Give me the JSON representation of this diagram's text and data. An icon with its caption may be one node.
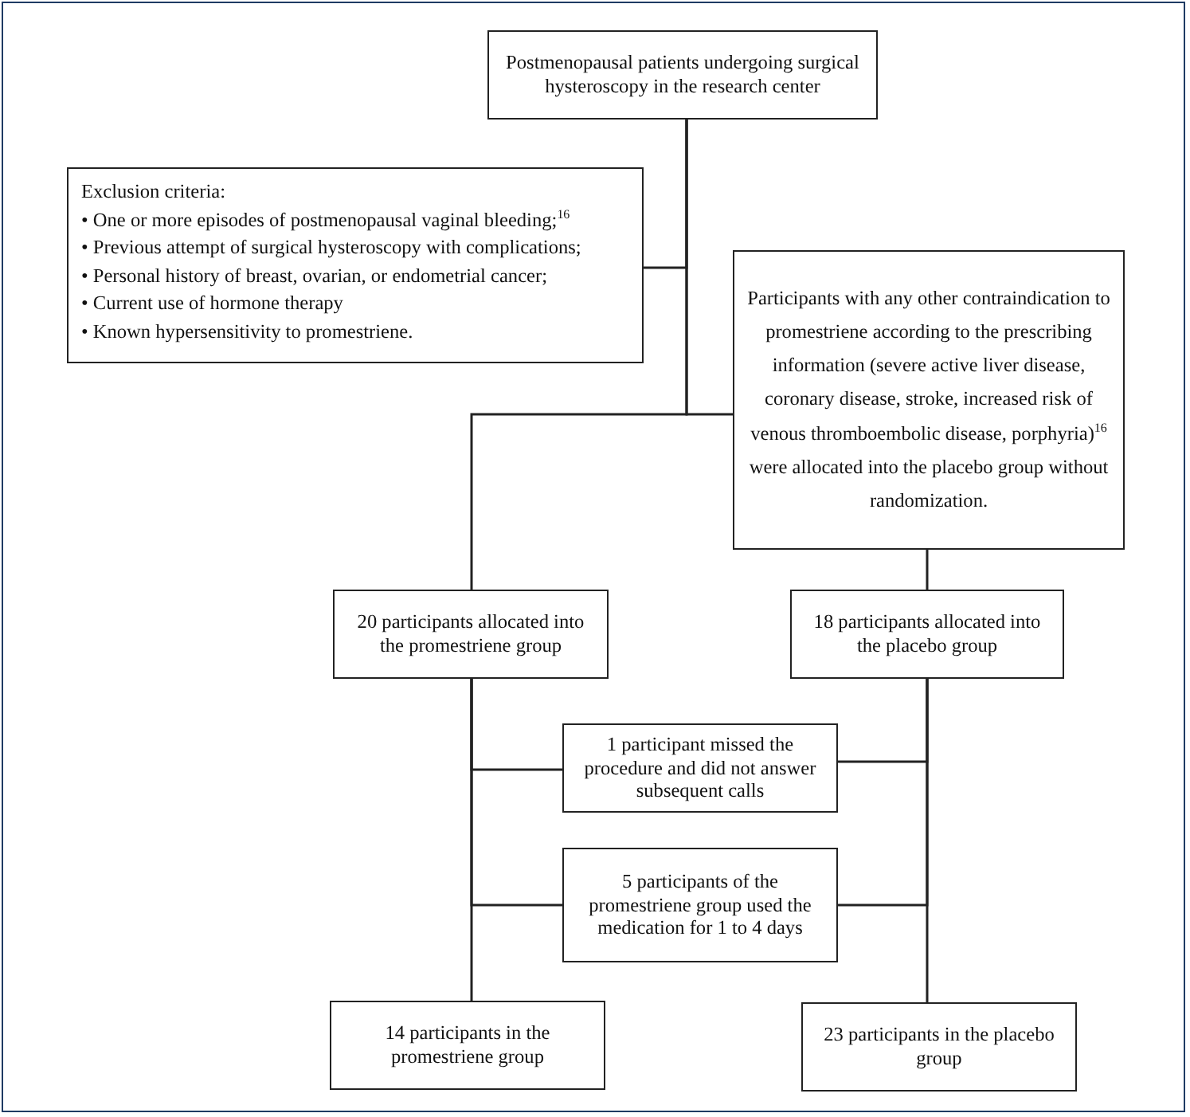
{
  "diagram": {
    "nodes": [
      {
        "text": [
          "Postmenopausal patients undergoing surgical hysteroscopy in the research center"
        ]
      },
      {
        "text": [
          "Exclusion criteria:",
          "• One or more episodes of postmenopausal vaginal bleeding;$^{16}$",
          "• Previous attempt of surgical hysteroscopy with complications;",
          "• Personal history of breast, ovarian, or endometrial cancer;",
          "• Current use of hormone therapy",
          "• Known hypersensitivity to promestriene."
        ]
      },
      {
        "text": [
          "Participants with any other contraindication to promestriene according to the prescribing information (severe active liver disease, coronary disease, stroke, increased risk of venous thromboembolic disease, porphyria)$^{16}$ were allocated into the placebo group without randomization."
        ]
      },
      {
        "text": [
          "20 participants allocated into the promestriene group"
        ]
      },
      {
        "text": [
          "18 participants allocated into the placebo group"
        ]
      },
      {
        "text": [
          "1 participant missed the procedure and did not answer subsequent calls"
        ]
      },
      {
        "text": [
          "5 participants of the promestriene group used the medication for 1 to 4 days"
        ]
      },
      {
        "text": [
          "14 participants in the promestriene group"
        ]
      },
      {
        "text": [
          "23 participants in the placebo group"
        ]
      }
    ],
    "edges": [
      {
        "from": 0,
        "to": 1,
        "arrow": "none"
      },
      {
        "from": 0,
        "to": 3,
        "arrow": "none"
      },
      {
        "from": 0,
        "to": 2,
        "arrow": "none"
      },
      {
        "from": 2,
        "to": 4,
        "arrow": "none"
      },
      {
        "from": 3,
        "to": 5,
        "arrow": "none"
      },
      {
        "from": 4,
        "to": 5,
        "arrow": "none"
      },
      {
        "from": 3,
        "to": 6,
        "arrow": "none"
      },
      {
        "from": 4,
        "to": 6,
        "arrow": "none"
      },
      {
        "from": 3,
        "to": 7,
        "arrow": "none"
      },
      {
        "from": 4,
        "to": 8,
        "arrow": "none"
      }
    ]
  }
}
